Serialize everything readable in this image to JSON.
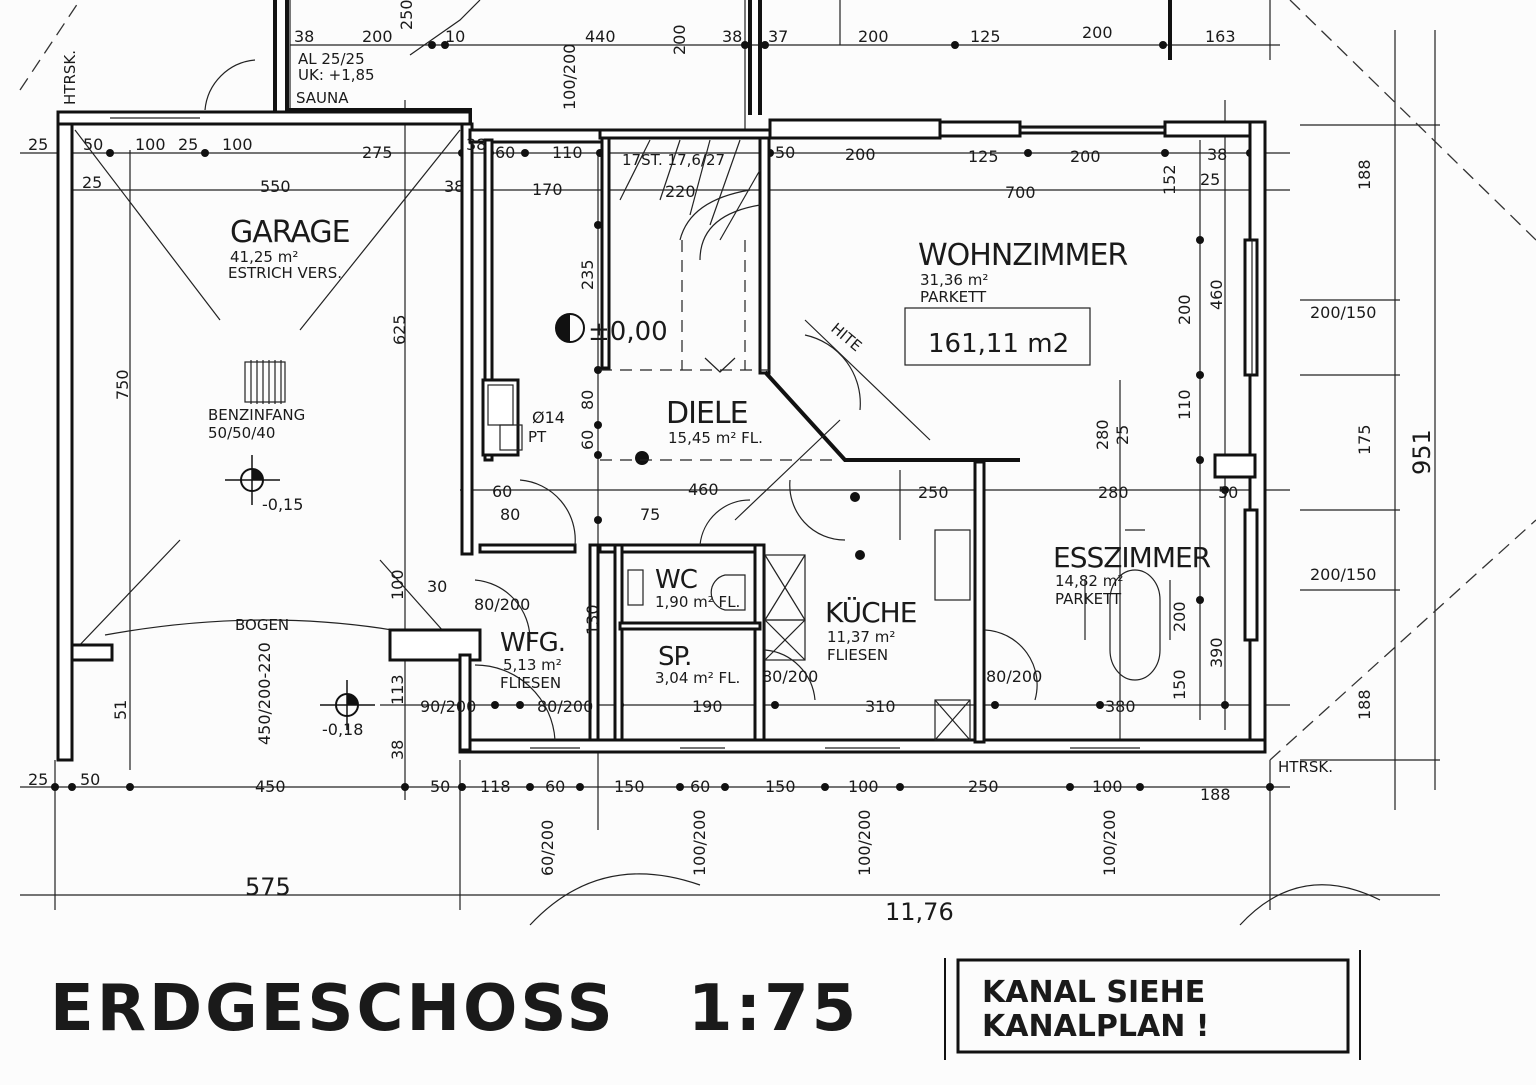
{
  "title": {
    "name": "ERDGESCHOSS",
    "scale": "1:75"
  },
  "note": {
    "line1": "KANAL SIEHE",
    "line2": "KANALPLAN !"
  },
  "rooms": {
    "garage": {
      "name": "GARAGE",
      "area": "41,25 m²",
      "floor": "ESTRICH VERS."
    },
    "wohnzimmer": {
      "name": "WOHNZIMMER",
      "area": "31,36 m²",
      "floor": "PARKETT"
    },
    "diele": {
      "name": "DIELE",
      "area": "15,45 m² FL."
    },
    "wc": {
      "name": "WC",
      "area": "1,90 m² FL."
    },
    "kueche": {
      "name": "KÜCHE",
      "area": "11,37 m²",
      "floor": "FLIESEN"
    },
    "sp": {
      "name": "SP.",
      "area": "3,04 m² FL."
    },
    "wfg": {
      "name": "WFG.",
      "area": "5,13 m²",
      "floor": "FLIESEN"
    },
    "esszimmer": {
      "name": "ESSZIMMER",
      "area": "14,82 m²",
      "floor": "PARKETT"
    },
    "sauna": {
      "name": "SAUNA",
      "opening": "AL 25/25",
      "sill": "UK: +1,85"
    }
  },
  "total_area": "161,11 m2",
  "annotations": {
    "benzinfang": "BENZINFANG",
    "benzinfang_size": "50/50/40",
    "level_entry": "±0,00",
    "level_garage": "-0,15",
    "level_outside": "-0,18",
    "stair": "17ST. 17,6/27",
    "drain": "Ø14",
    "pt": "PT",
    "bogen": "BOGEN",
    "htrsk_top": "HTRSK.",
    "htrsk_bottom": "HTRSK.",
    "hite": "HITE"
  },
  "dims": {
    "top": [
      "200",
      "10",
      "440",
      "200",
      "38",
      "37",
      "200",
      "125",
      "200",
      "163",
      "250",
      "38"
    ],
    "row2": [
      "25",
      "50",
      "100",
      "25",
      "100",
      "275",
      "38",
      "60",
      "110",
      "50",
      "200",
      "125",
      "200",
      "38",
      "25"
    ],
    "row3": [
      "25",
      "550",
      "170",
      "220",
      "700",
      "152",
      "38"
    ],
    "mid": [
      "460",
      "250",
      "280",
      "50",
      "60",
      "80",
      "75"
    ],
    "low": [
      "190",
      "310",
      "380",
      "90/200",
      "30",
      "80/200",
      "80/200",
      "80/200",
      "80/200"
    ],
    "bottom": [
      "25",
      "50",
      "450",
      "50",
      "118",
      "60",
      "150",
      "60",
      "150",
      "100",
      "250",
      "100",
      "188"
    ],
    "under": [
      "60/200",
      "100/200",
      "100/200",
      "100/200",
      "100/200"
    ],
    "totals": [
      "575",
      "11,76",
      "951"
    ],
    "vertical": [
      "750",
      "625",
      "235",
      "80",
      "60",
      "200",
      "460",
      "110",
      "175",
      "188",
      "188",
      "200/150",
      "200/150",
      "280",
      "25",
      "150",
      "390",
      "200",
      "100",
      "113",
      "38",
      "51",
      "450/200-220",
      "130"
    ]
  }
}
